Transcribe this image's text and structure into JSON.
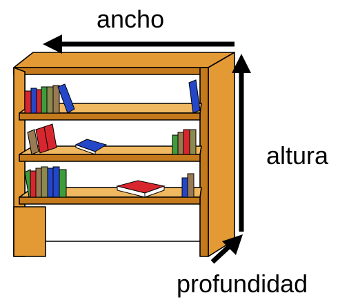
{
  "labels": {
    "width": "ancho",
    "height": "altura",
    "depth": "profundidad"
  },
  "colors": {
    "wood": "#E39A35",
    "wood_dark": "#C47A1C",
    "wood_light": "#F0B860",
    "outline": "#000000",
    "book_red": "#D8262E",
    "book_blue": "#2347C8",
    "book_green": "#3F9C3A",
    "book_olive": "#8C8A4E",
    "book_tan": "#9A7A52",
    "arrow": "#000000"
  },
  "icons": [
    "bookshelf-icon",
    "width-arrow-icon",
    "height-arrow-icon",
    "depth-arrow-icon"
  ]
}
